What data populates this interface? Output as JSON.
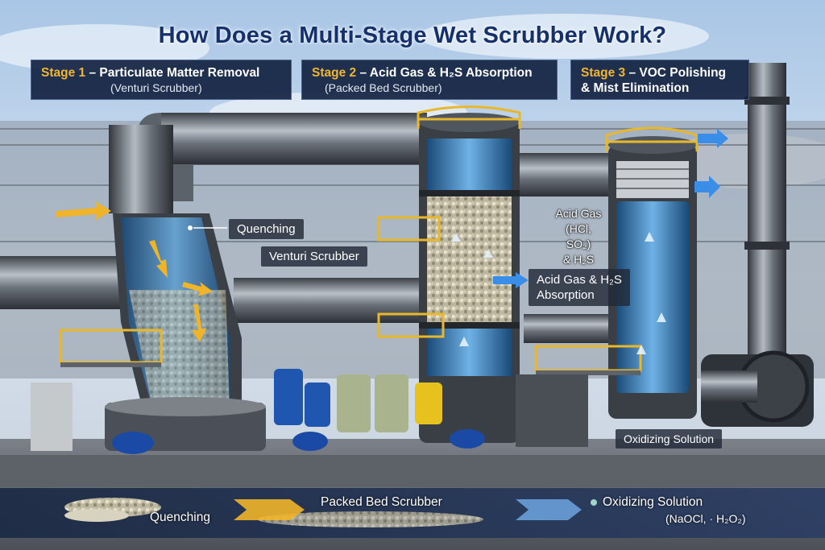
{
  "title": "How Does a Multi-Stage Wet Scrubber Work?",
  "stages": [
    {
      "number": "Stage 1",
      "name": "– Particulate Matter Removal",
      "type": "(Venturi Scrubber)"
    },
    {
      "number": "Stage 2",
      "name": "– Acid Gas & H₂S Absorption",
      "type": "(Packed Bed Scrubber)"
    },
    {
      "number": "Stage 3",
      "name": "– VOC Polishing",
      "name_line2": "& Mist Elimination"
    }
  ],
  "labels": {
    "quenching": "Quenching",
    "venturi": "Venturi Scrubber",
    "acid_gas_line1": "Acid Gas",
    "acid_gas_line2": "(HCl, SO₂)",
    "acid_gas_line3": "& H₂S",
    "absorption_line1": "Acid Gas & H₂S",
    "absorption_line2": "Absorption",
    "oxidizing": "Oxidizing Solution"
  },
  "bottom_strip": {
    "step1": "Quenching",
    "step2": "Packed Bed Scrubber",
    "step3": "Oxidizing Solution",
    "step3_sub": "(NaOCl, · H₂O₂)"
  },
  "colors": {
    "title": "#16306b",
    "stage_accent": "#f2b630",
    "arrow_blue": "#3a8ee8",
    "arrow_yellow": "#f0b428",
    "railing": "#e9b82a"
  }
}
